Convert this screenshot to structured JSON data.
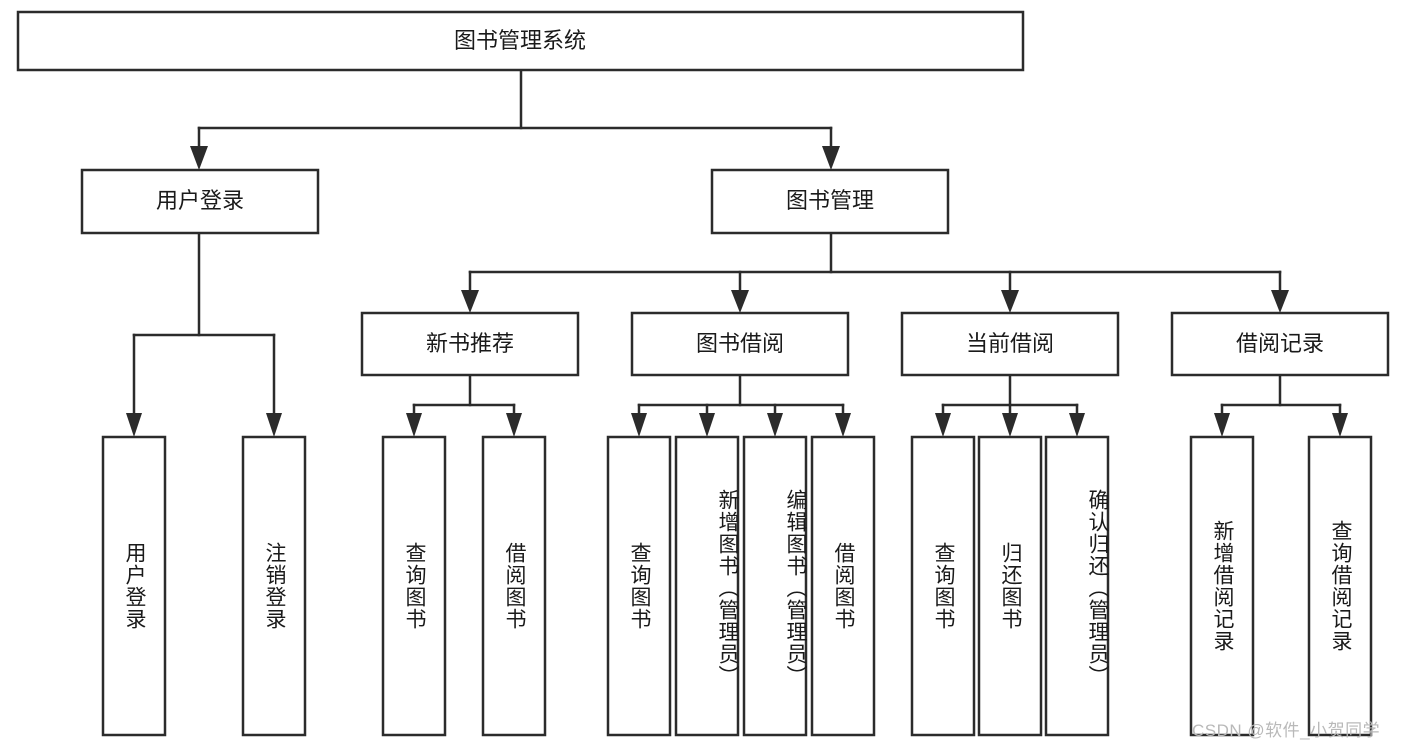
{
  "diagram": {
    "type": "tree-hierarchy",
    "title": "图书管理系统",
    "orientation": "top-down",
    "colors": {
      "box_stroke": "#2b2b2b",
      "box_fill": "#ffffff",
      "connector": "#2b2b2b",
      "text": "#1a1a1a",
      "watermark": "#b9b9b9",
      "background": "#ffffff"
    },
    "levels": {
      "root": {
        "label": "图书管理系统"
      },
      "level2": [
        {
          "label": "用户登录"
        },
        {
          "label": "图书管理"
        }
      ],
      "level3": [
        {
          "label": "新书推荐"
        },
        {
          "label": "图书借阅"
        },
        {
          "label": "当前借阅"
        },
        {
          "label": "借阅记录"
        }
      ],
      "leaves": {
        "user_login": [
          {
            "label": "用户登录"
          },
          {
            "label": "注销登录"
          }
        ],
        "new_book_recommend": [
          {
            "label": "查询图书"
          },
          {
            "label": "借阅图书"
          }
        ],
        "book_borrow": [
          {
            "label": "查询图书"
          },
          {
            "label": "新增图书（管理员）"
          },
          {
            "label": "编辑图书（管理员）"
          },
          {
            "label": "借阅图书"
          }
        ],
        "current_borrow": [
          {
            "label": "查询图书"
          },
          {
            "label": "归还图书"
          },
          {
            "label": "确认归还（管理员）"
          }
        ],
        "borrow_record": [
          {
            "label": "新增借阅记录"
          },
          {
            "label": "查询借阅记录"
          }
        ]
      }
    }
  },
  "watermark": {
    "text": "CSDN @软件_小贺同学"
  }
}
